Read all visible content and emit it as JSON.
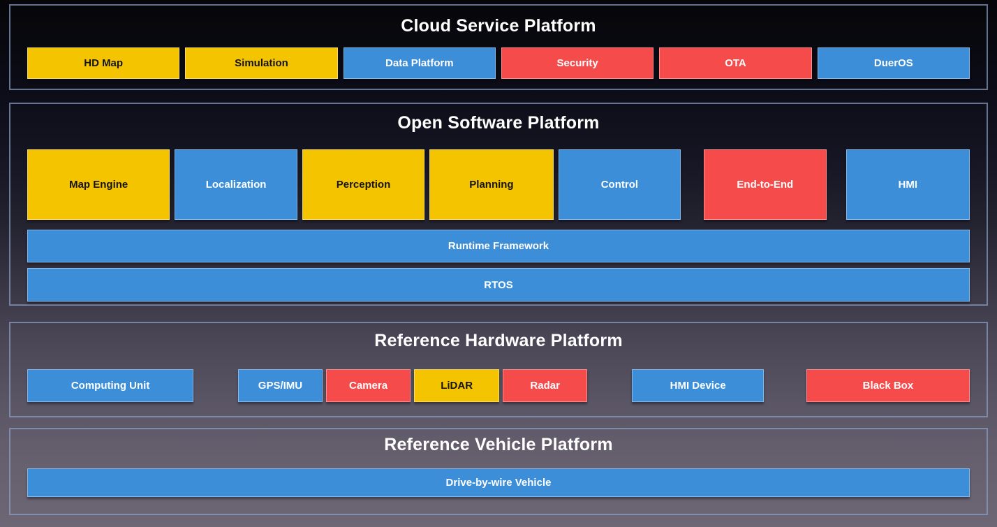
{
  "diagram": {
    "colors": {
      "yellow": "#F4C400",
      "blue": "#3D8ED9",
      "red": "#F54B4B",
      "frame_border": "#8CA0C8",
      "title_text": "#FFFFFF"
    },
    "sections": [
      {
        "title": "Cloud Service Platform",
        "boxes": [
          {
            "label": "HD Map",
            "color": "yellow"
          },
          {
            "label": "Simulation",
            "color": "yellow"
          },
          {
            "label": "Data Platform",
            "color": "blue"
          },
          {
            "label": "Security",
            "color": "red"
          },
          {
            "label": "OTA",
            "color": "red"
          },
          {
            "label": "DuerOS",
            "color": "blue"
          }
        ]
      },
      {
        "title": "Open Software Platform",
        "boxes": [
          {
            "label": "Map Engine",
            "color": "yellow"
          },
          {
            "label": "Localization",
            "color": "blue"
          },
          {
            "label": "Perception",
            "color": "yellow"
          },
          {
            "label": "Planning",
            "color": "yellow"
          },
          {
            "label": "Control",
            "color": "blue"
          },
          {
            "label": "End-to-End",
            "color": "red"
          },
          {
            "label": "HMI",
            "color": "blue"
          }
        ],
        "bars": [
          {
            "label": "Runtime Framework",
            "color": "blue"
          },
          {
            "label": "RTOS",
            "color": "blue"
          }
        ]
      },
      {
        "title": "Reference Hardware Platform",
        "boxes": [
          {
            "label": "Computing Unit",
            "color": "blue"
          },
          {
            "label": "GPS/IMU",
            "color": "blue"
          },
          {
            "label": "Camera",
            "color": "red"
          },
          {
            "label": "LiDAR",
            "color": "yellow"
          },
          {
            "label": "Radar",
            "color": "red"
          },
          {
            "label": "HMI Device",
            "color": "blue"
          },
          {
            "label": "Black Box",
            "color": "red"
          }
        ]
      },
      {
        "title": "Reference Vehicle Platform",
        "bars": [
          {
            "label": "Drive-by-wire Vehicle",
            "color": "blue"
          }
        ]
      }
    ]
  }
}
